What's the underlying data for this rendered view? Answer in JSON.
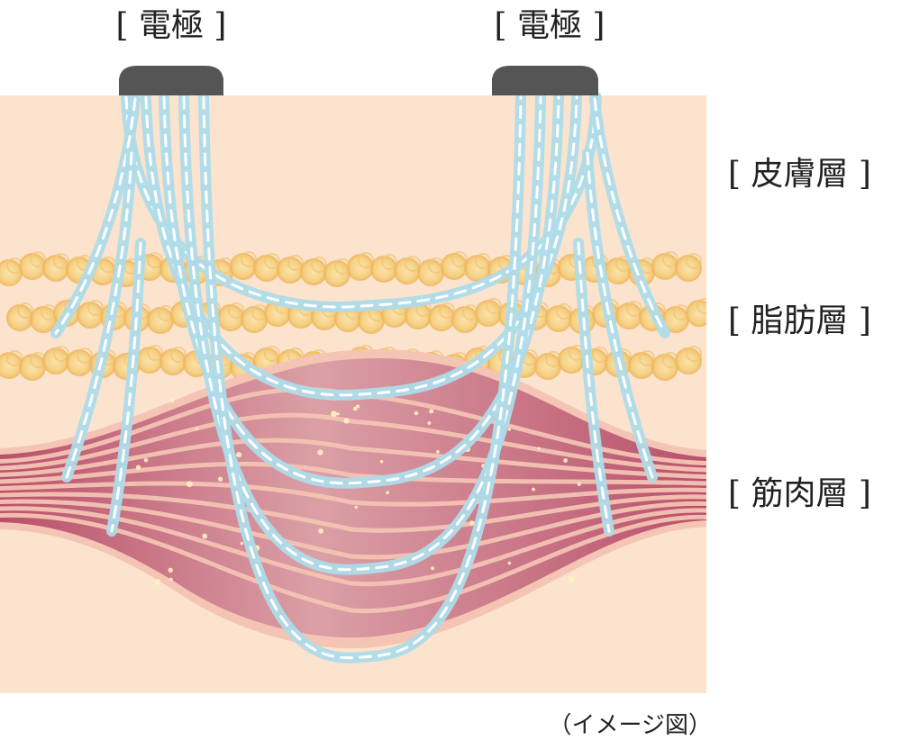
{
  "electrode_labels": [
    {
      "text": "[ 電極 ]"
    },
    {
      "text": "[ 電極 ]"
    }
  ],
  "layer_labels": [
    {
      "text": "[ 皮膚層 ]"
    },
    {
      "text": "[ 脂肪層 ]"
    },
    {
      "text": "[ 筋肉層 ]"
    }
  ],
  "caption": "（イメージ図）",
  "colors": {
    "skin": "#fbe3cd",
    "fat_cell": "#f7cf80",
    "fat_ring": "#f0b860",
    "muscle_dark": "#c66a7c",
    "muscle_mid": "#d99aa3",
    "muscle_light": "#f4c4b4",
    "electrode": "#555555",
    "current_glow": "#aedbe9",
    "current_dash": "#ffffff"
  }
}
